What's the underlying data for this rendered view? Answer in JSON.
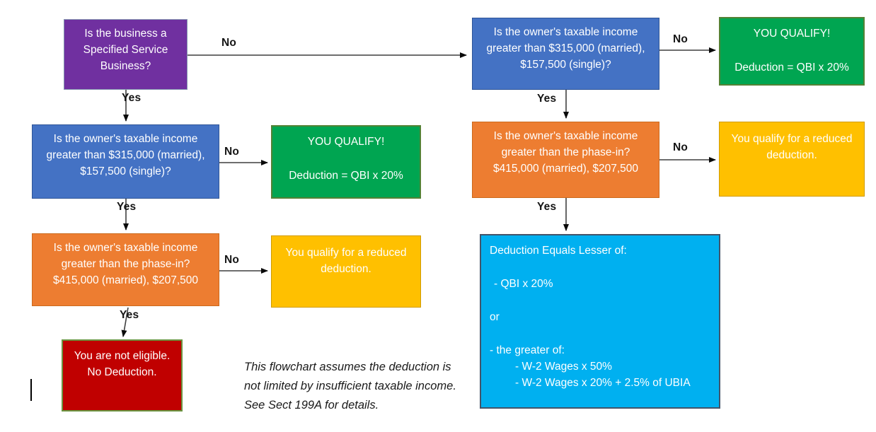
{
  "diagram": {
    "edge_labels": {
      "yes": "Yes",
      "no": "No"
    },
    "colors": {
      "purple": "#7030A0",
      "blue": "#4472C4",
      "green": "#00A551",
      "orange": "#ED7D31",
      "yellow": "#FFC000",
      "red": "#C00000",
      "cyan": "#00B0F0",
      "arrow": "#3f3f3f"
    },
    "nodes": {
      "ssb_question": {
        "text": "Is the business a Specified Service Business?"
      },
      "income_question_left": {
        "text": "Is the owner's taxable income greater than $315,000 (married), $157,500 (single)?"
      },
      "qualify_left": {
        "line1": "YOU QUALIFY!",
        "line2": "Deduction = QBI x 20%"
      },
      "phasein_question_left": {
        "text": "Is the owner's taxable income greater than the phase-in? $415,000 (married), $207,500"
      },
      "reduced_left": {
        "text": "You qualify for a reduced deduction."
      },
      "not_eligible": {
        "text": "You are not eligible. No Deduction."
      },
      "income_question_right": {
        "text": "Is the owner's taxable income greater than $315,000 (married), $157,500 (single)?"
      },
      "qualify_right": {
        "line1": "YOU QUALIFY!",
        "line2": "Deduction = QBI x 20%"
      },
      "phasein_question_right": {
        "text": "Is the owner's taxable income greater than the phase-in? $415,000 (married), $207,500"
      },
      "reduced_right": {
        "text": "You qualify for a reduced deduction."
      },
      "lesser_of": {
        "title": "Deduction Equals Lesser of:",
        "lines": [
          "- QBI x 20%",
          "or",
          "- the greater of:",
          "- W-2 Wages x 50%",
          "- W-2 Wages x 20% + 2.5% of UBIA"
        ]
      }
    },
    "note": "This flowchart assumes the deduction is not limited by insufficient taxable income. See Sect 199A for details."
  }
}
